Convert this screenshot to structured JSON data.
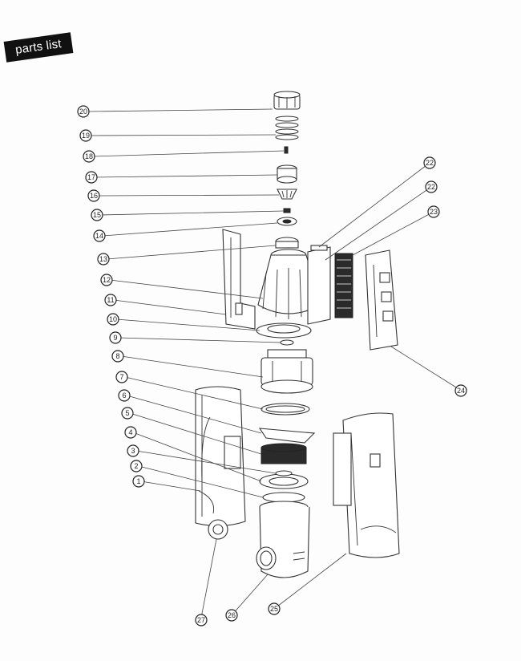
{
  "header": {
    "title": "parts list"
  },
  "callouts": {
    "c20": "20",
    "c19": "19",
    "c18": "18",
    "c17": "17",
    "c16": "16",
    "c15": "15",
    "c14": "14",
    "c13": "13",
    "c12": "12",
    "c11": "11",
    "c10": "10",
    "c9": "9",
    "c8": "8",
    "c7": "7",
    "c6": "6",
    "c5": "5",
    "c4": "4",
    "c3": "3",
    "c2": "2",
    "c1": "1",
    "c22a": "22",
    "c22b": "22",
    "c23": "23",
    "c24": "24",
    "c25": "25",
    "c26": "26",
    "c27": "27"
  }
}
